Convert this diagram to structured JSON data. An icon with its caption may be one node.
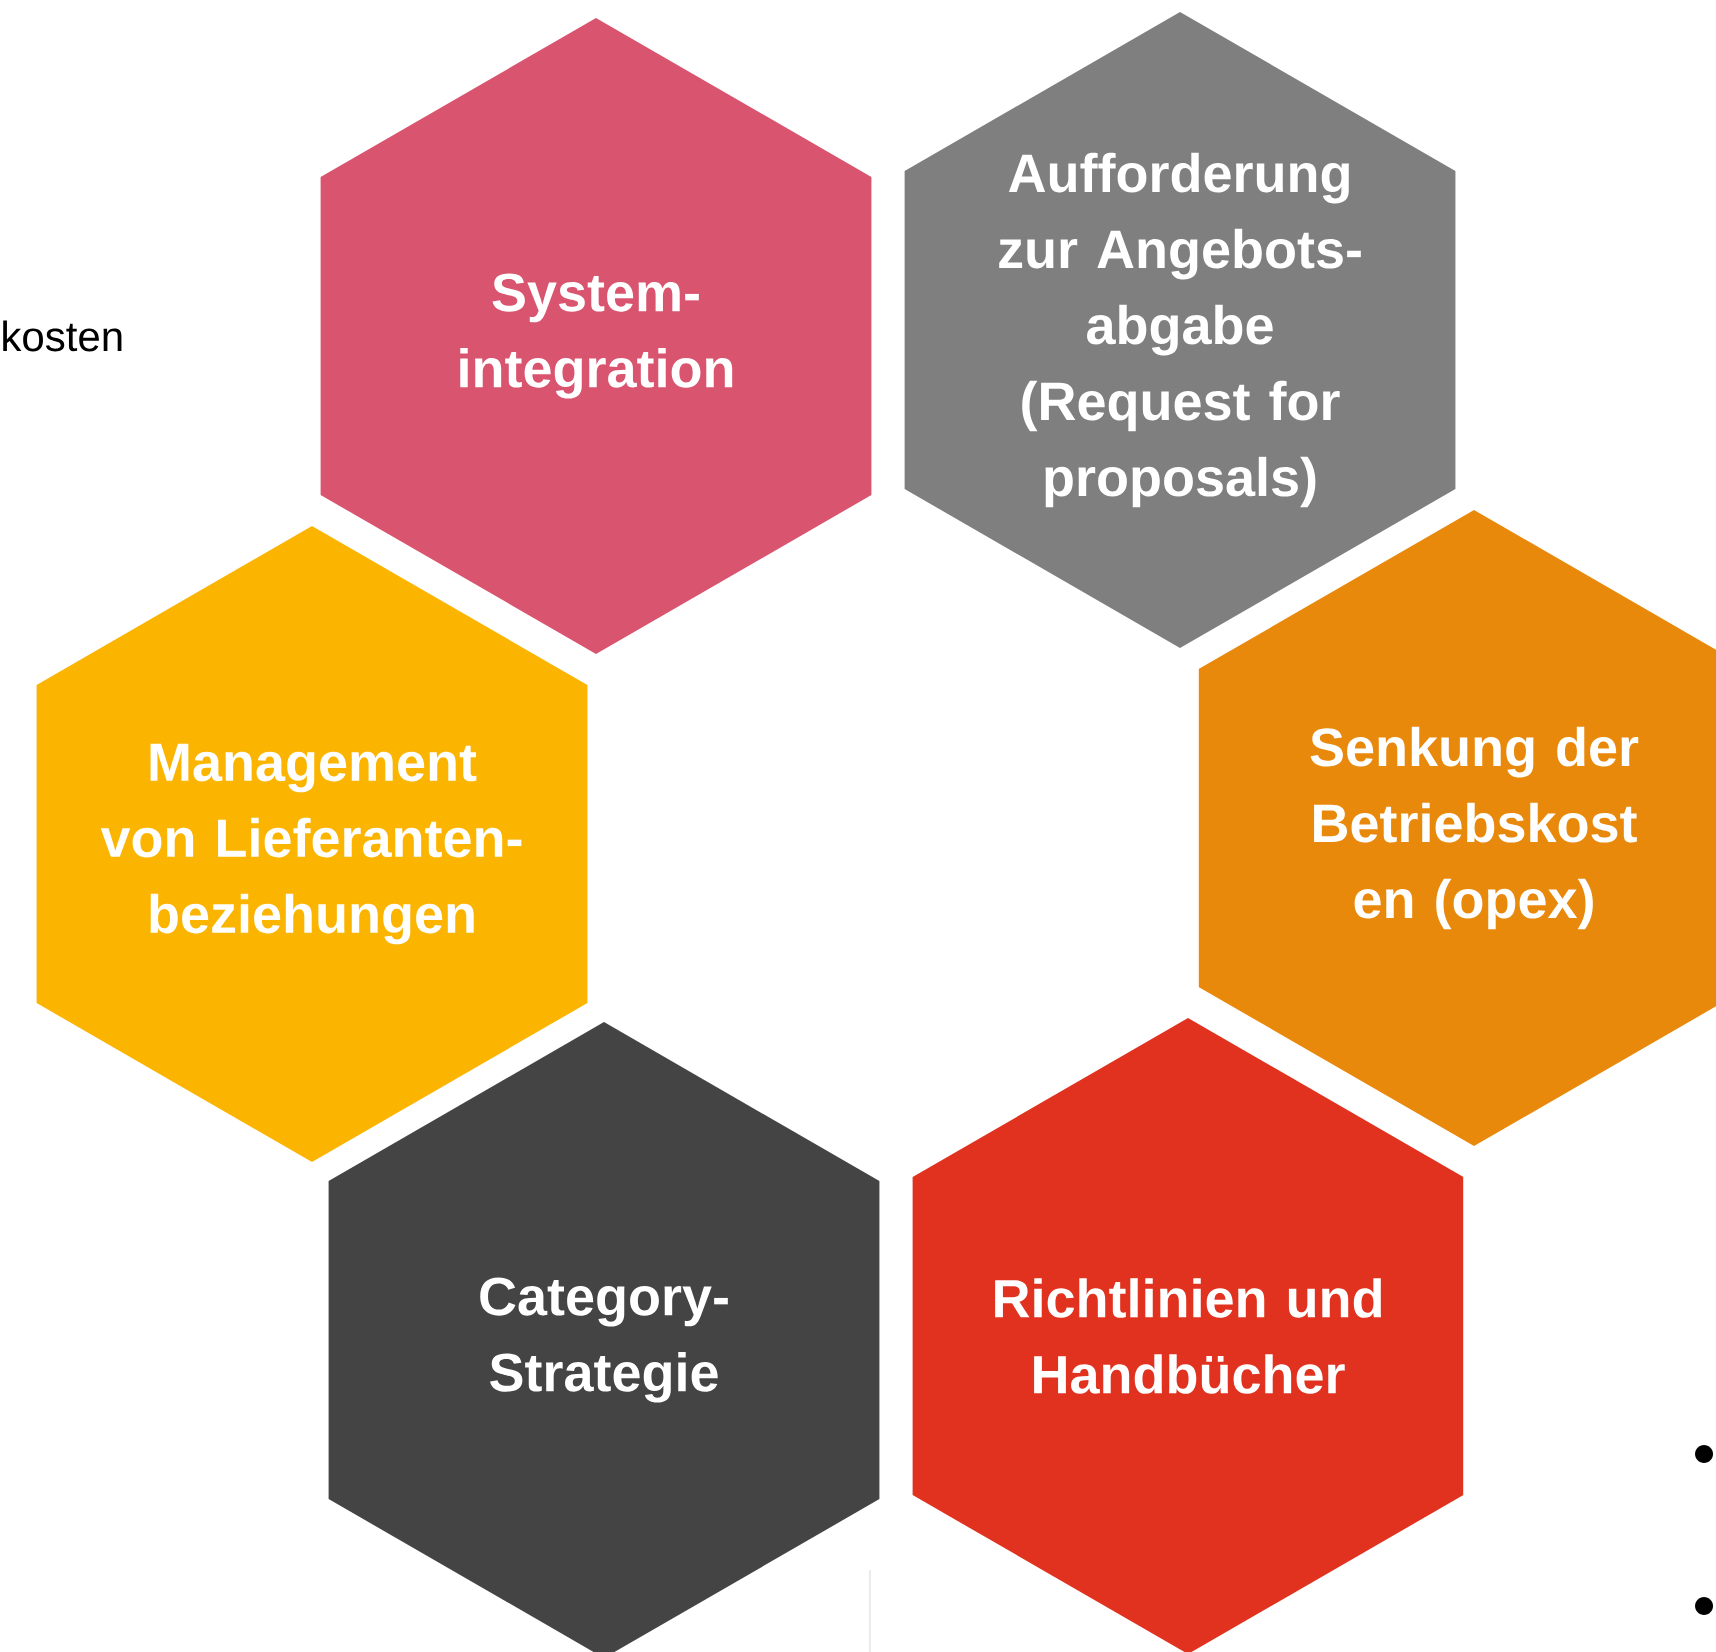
{
  "diagram": {
    "nodes": [
      {
        "text": [
          "System- integration"
        ]
      },
      {
        "text": [
          "Aufforderung zur Angebots- abgabe (Request for proposals)"
        ]
      },
      {
        "text": [
          "Management von Lieferanten- beziehungen"
        ]
      },
      {
        "text": [
          "Senkung der Betriebskost en (opex)"
        ]
      },
      {
        "text": [
          "Category- Strategie"
        ]
      },
      {
        "text": [
          "Richtlinien und Handbücher"
        ]
      }
    ],
    "labels": [
      "kosten"
    ]
  }
}
